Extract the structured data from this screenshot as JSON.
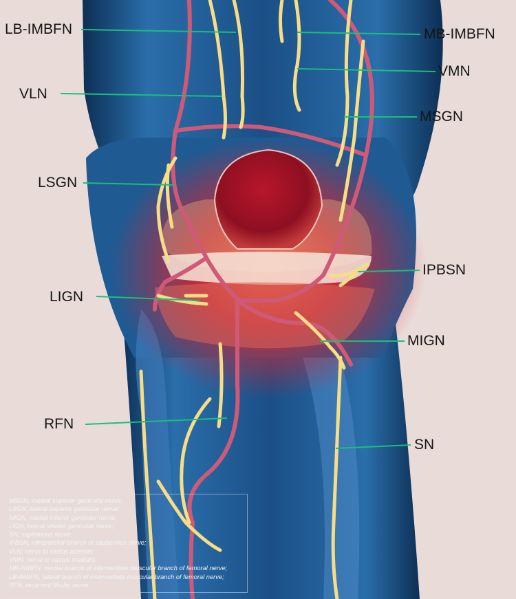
{
  "labels": {
    "lb_imbfn": "LB-IMBFN",
    "mb_imbfn": "MB-IMBFN",
    "vmn": "VMN",
    "vln": "VLN",
    "msgn": "MSGN",
    "lsgn": "LSGN",
    "ipbsn": "IPBSN",
    "lign": "LIGN",
    "mign": "MIGN",
    "rfn": "RFN",
    "sn": "SN"
  },
  "legend": [
    "MSGN, medial superior genicular nerve;",
    "LSGN, lateral superior genicular nerve;",
    "MIGN, medial inferior genicular nerve;",
    "LIGN, lateral inferior genicular nerve;",
    "SN, saphenous nerve;",
    "IPBSN, infrapatellar branch of saphenous nerve;",
    "VLN, nerve to vastus lateralis;",
    "VMN, nerve to vastus medialis;",
    "MB-IMBFN, medial branch of intermediate muscular branch of femoral nerve;",
    "LB-IMBFN, lateral branch of intermediate muscular branch of femoral nerve;",
    "RFN, recurrent fibular nerve"
  ],
  "colors": {
    "background": "#e9dcd8",
    "leader_line": "#19c07a",
    "nerve": "#f6dd86",
    "vessel": "#cf5a78",
    "skin": "#1b4f86",
    "glow": "#e0222a"
  }
}
